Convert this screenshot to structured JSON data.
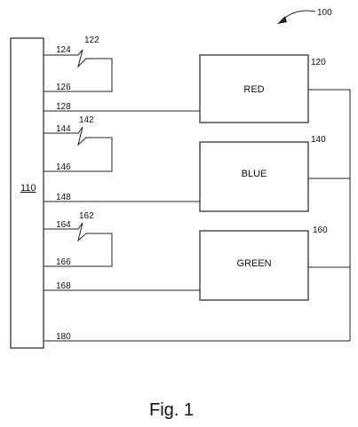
{
  "diagram": {
    "figure_ref": "100",
    "main_block": {
      "label": "110"
    },
    "boxes": [
      {
        "label": "RED",
        "ref": "120"
      },
      {
        "label": "BLUE",
        "ref": "140"
      },
      {
        "label": "GREEN",
        "ref": "160"
      }
    ],
    "lines": {
      "l124": "124",
      "l122": "122",
      "l126": "126",
      "l128": "128",
      "l144": "144",
      "l142": "142",
      "l146": "146",
      "l148": "148",
      "l164": "164",
      "l162": "162",
      "l166": "166",
      "l168": "168",
      "l180": "180"
    },
    "caption": "Fig. 1"
  }
}
